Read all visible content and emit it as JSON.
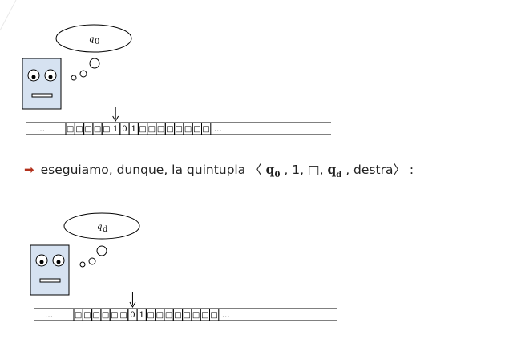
{
  "scene1": {
    "state": "q",
    "state_sub": "0",
    "tape": [
      "…",
      "□",
      "□",
      "□",
      "□",
      "□",
      "1",
      "0",
      "1",
      "□",
      "□",
      "□",
      "□",
      "□",
      "□",
      "□",
      "□",
      "…"
    ],
    "head_index": 6
  },
  "instruction": {
    "bullet_icon": "right-arrow-icon",
    "prefix": "eseguiamo, dunque, la quintupla ",
    "lang": "〈",
    "q0": "q",
    "q0_sub": "0",
    "sep1": " , 1, □, ",
    "qd": "q",
    "qd_sub": "d",
    "sep2": " , destra",
    "rang": "〉",
    "suffix": " :"
  },
  "scene2": {
    "state": "q",
    "state_sub": "d",
    "tape": [
      "…",
      "□",
      "□",
      "□",
      "□",
      "□",
      "□",
      "0",
      "1",
      "□",
      "□",
      "□",
      "□",
      "□",
      "□",
      "□",
      "□",
      "…"
    ],
    "head_index": 7
  },
  "colors": {
    "robot_fill": "#d6e2f1",
    "bullet": "#b2301b",
    "decor": "#e9e9e9"
  }
}
